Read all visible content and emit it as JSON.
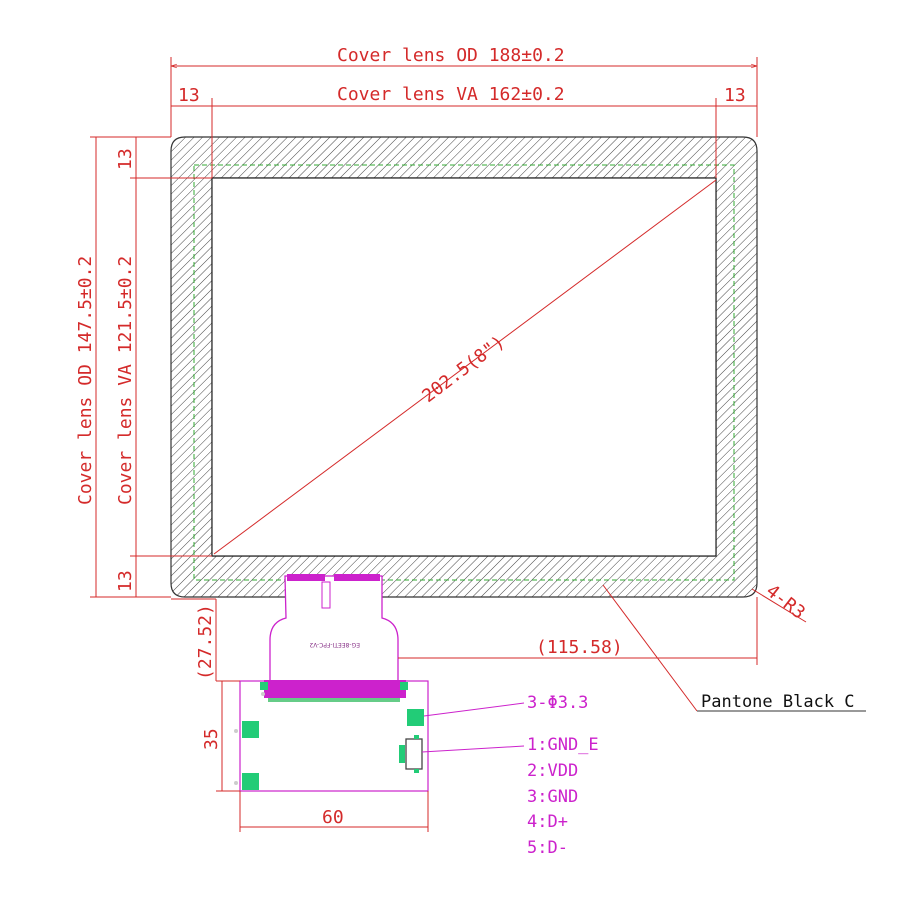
{
  "drawing": {
    "od_width_label": "Cover lens OD 188±0.2",
    "va_width_label": "Cover lens VA 162±0.2",
    "od_height_label": "Cover lens OD 147.5±0.2",
    "va_height_label": "Cover lens VA 121.5±0.2",
    "margin_left": "13",
    "margin_right": "13",
    "margin_top": "13",
    "margin_bottom": "13",
    "diagonal_label": "202.5(8\")",
    "corner_radius_label": "4-R3",
    "pcb_offset_label": "(115.58)",
    "tail_length_label": "(27.52)",
    "pcb_height_label": "35",
    "pcb_width_label": "60",
    "ink_color_label": "Pantone Black C",
    "hole_label": "3-Φ3.3",
    "fpc_code": "EG-8EETI-FPC-V2",
    "pins": [
      "1:GND_E",
      "2:VDD",
      "3:GND",
      "4:D+",
      "5:D-"
    ]
  },
  "colors": {
    "dimension": "#d42a2a",
    "outline": "#333333",
    "fpc": "#cc22cc",
    "green_pad": "#22cc77",
    "dashed_inner": "#33aa33"
  }
}
